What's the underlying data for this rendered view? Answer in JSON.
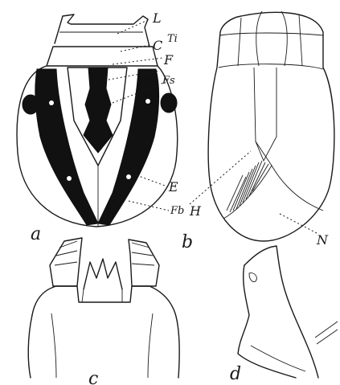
{
  "figure": {
    "panel_labels": [
      "a",
      "b",
      "c",
      "d"
    ],
    "part_labels": {
      "L": "L",
      "C": "C",
      "Ti": "Ti",
      "F": "F",
      "Fs": "Fs",
      "E": "E",
      "Fb": "Fb",
      "H": "H",
      "N": "N"
    }
  }
}
